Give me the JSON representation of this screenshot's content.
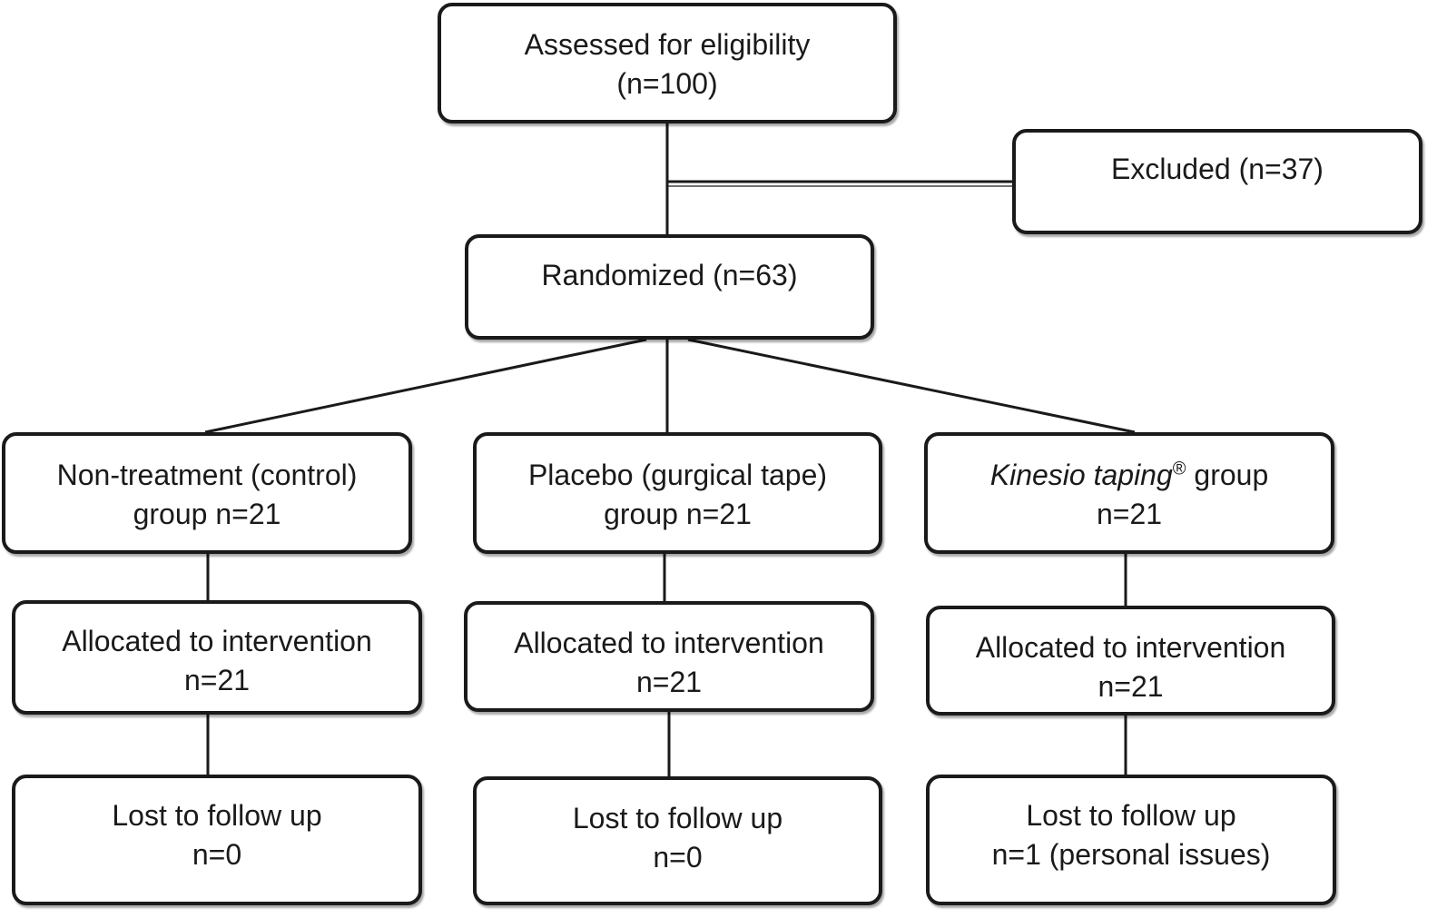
{
  "assessed": {
    "line1": "Assessed for eligibility",
    "line2": "(n=100)"
  },
  "excluded": {
    "line1": "Excluded (n=37)"
  },
  "randomized": {
    "line1": "Randomized (n=63)"
  },
  "groups": [
    {
      "line1": "Non-treatment (control)",
      "line2": "group n=21"
    },
    {
      "line1": "Placebo (gurgical tape)",
      "line2": "group n=21"
    },
    {
      "line1_italic": "Kinesio taping",
      "line1_sup": "®",
      "line1_rest": " group",
      "line2": "n=21"
    }
  ],
  "allocated": [
    {
      "line1": "Allocated to intervention",
      "line2": "n=21"
    },
    {
      "line1": "Allocated to intervention",
      "line2": "n=21"
    },
    {
      "line1": "Allocated to intervention",
      "line2": "n=21"
    }
  ],
  "lost": [
    {
      "line1": "Lost to follow up",
      "line2": "n=0"
    },
    {
      "line1": "Lost to follow up",
      "line2": "n=0"
    },
    {
      "line1": "Lost to follow up",
      "line2": "n=1 (personal issues)"
    }
  ],
  "colors": {
    "stroke": "#1a1a1a",
    "background": "#ffffff"
  }
}
